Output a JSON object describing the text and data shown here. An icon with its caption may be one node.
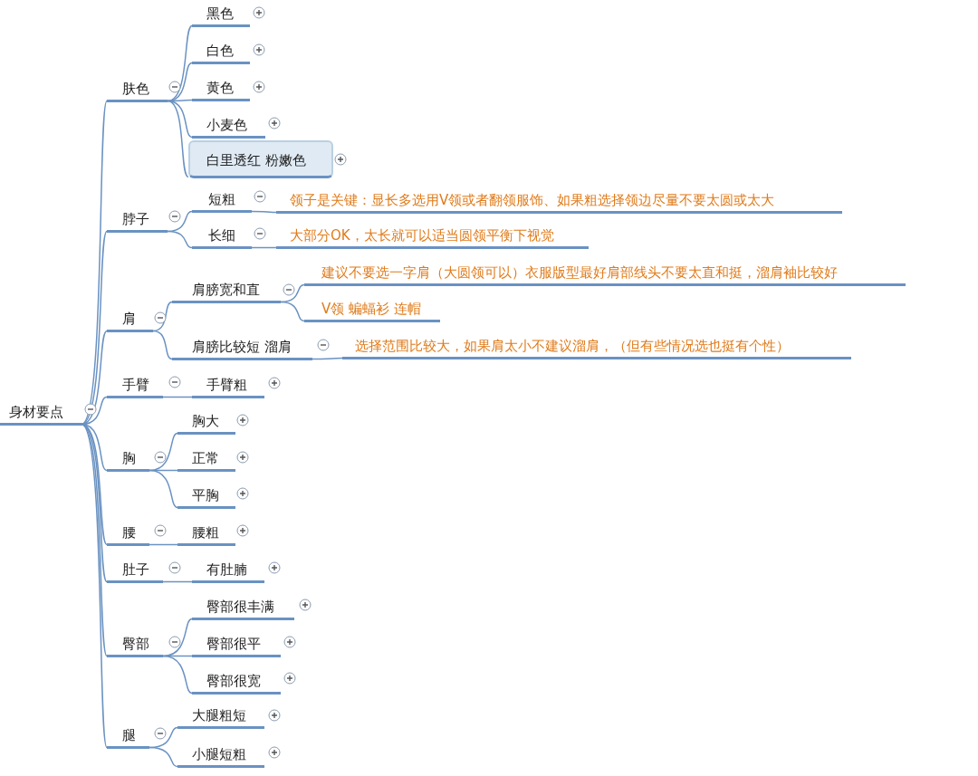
{
  "diagram": {
    "nodes": [
      {
        "text": [
          "身材要点"
        ]
      },
      {
        "text": [
          "肤色"
        ]
      },
      {
        "text": [
          "黑色"
        ]
      },
      {
        "text": [
          "白色"
        ]
      },
      {
        "text": [
          "黄色"
        ]
      },
      {
        "text": [
          "小麦色"
        ]
      },
      {
        "text": [
          "白里透红 粉嫩色"
        ]
      },
      {
        "text": [
          "脖子"
        ]
      },
      {
        "text": [
          "短粗"
        ]
      },
      {
        "text": [
          "领子是关键：显长多选用V领或者翻领服饰、如果粗选择领边尽量不要太圆或太大"
        ]
      },
      {
        "text": [
          "长细"
        ]
      },
      {
        "text": [
          "大部分OK，太长就可以适当圆领平衡下视觉"
        ]
      },
      {
        "text": [
          "肩"
        ]
      },
      {
        "text": [
          "肩膀宽和直"
        ]
      },
      {
        "text": [
          "建议不要选一字肩（大圆领可以）衣服版型最好肩部线头不要太直和挺，溜肩袖比较好"
        ]
      },
      {
        "text": [
          "V领 蝙蝠衫 连帽"
        ]
      },
      {
        "text": [
          "肩膀比较短 溜肩"
        ]
      },
      {
        "text": [
          "选择范围比较大，如果肩太小不建议溜肩，（但有些情况选也挺有个性）"
        ]
      },
      {
        "text": [
          "手臂"
        ]
      },
      {
        "text": [
          "手臂粗"
        ]
      },
      {
        "text": [
          "胸"
        ]
      },
      {
        "text": [
          "胸大"
        ]
      },
      {
        "text": [
          "正常"
        ]
      },
      {
        "text": [
          "平胸"
        ]
      },
      {
        "text": [
          "腰"
        ]
      },
      {
        "text": [
          "腰粗"
        ]
      },
      {
        "text": [
          "肚子"
        ]
      },
      {
        "text": [
          "有肚腩"
        ]
      },
      {
        "text": [
          "臀部"
        ]
      },
      {
        "text": [
          "臀部很丰满"
        ]
      },
      {
        "text": [
          "臀部很平"
        ]
      },
      {
        "text": [
          "臀部很宽"
        ]
      },
      {
        "text": [
          "腿"
        ]
      },
      {
        "text": [
          "大腿粗短"
        ]
      },
      {
        "text": [
          "小腿短粗"
        ]
      }
    ],
    "edges": [
      {
        "from": 0,
        "to": 1,
        "arrow": "none"
      },
      {
        "from": 1,
        "to": 2,
        "arrow": "none"
      },
      {
        "from": 1,
        "to": 3,
        "arrow": "none"
      },
      {
        "from": 1,
        "to": 4,
        "arrow": "none"
      },
      {
        "from": 1,
        "to": 5,
        "arrow": "none"
      },
      {
        "from": 1,
        "to": 6,
        "arrow": "none"
      },
      {
        "from": 0,
        "to": 7,
        "arrow": "none"
      },
      {
        "from": 7,
        "to": 8,
        "arrow": "none"
      },
      {
        "from": 8,
        "to": 9,
        "arrow": "none"
      },
      {
        "from": 7,
        "to": 10,
        "arrow": "none"
      },
      {
        "from": 10,
        "to": 11,
        "arrow": "none"
      },
      {
        "from": 0,
        "to": 12,
        "arrow": "none"
      },
      {
        "from": 12,
        "to": 13,
        "arrow": "none"
      },
      {
        "from": 13,
        "to": 14,
        "arrow": "none"
      },
      {
        "from": 13,
        "to": 15,
        "arrow": "none"
      },
      {
        "from": 12,
        "to": 16,
        "arrow": "none"
      },
      {
        "from": 16,
        "to": 17,
        "arrow": "none"
      },
      {
        "from": 0,
        "to": 18,
        "arrow": "none"
      },
      {
        "from": 18,
        "to": 19,
        "arrow": "none"
      },
      {
        "from": 0,
        "to": 20,
        "arrow": "none"
      },
      {
        "from": 20,
        "to": 21,
        "arrow": "none"
      },
      {
        "from": 20,
        "to": 22,
        "arrow": "none"
      },
      {
        "from": 20,
        "to": 23,
        "arrow": "none"
      },
      {
        "from": 0,
        "to": 24,
        "arrow": "none"
      },
      {
        "from": 24,
        "to": 25,
        "arrow": "none"
      },
      {
        "from": 0,
        "to": 26,
        "arrow": "none"
      },
      {
        "from": 26,
        "to": 27,
        "arrow": "none"
      },
      {
        "from": 0,
        "to": 28,
        "arrow": "none"
      },
      {
        "from": 28,
        "to": 29,
        "arrow": "none"
      },
      {
        "from": 28,
        "to": 30,
        "arrow": "none"
      },
      {
        "from": 28,
        "to": 31,
        "arrow": "none"
      },
      {
        "from": 0,
        "to": 32,
        "arrow": "none"
      },
      {
        "from": 32,
        "to": 33,
        "arrow": "none"
      },
      {
        "from": 32,
        "to": 34,
        "arrow": "none"
      }
    ]
  }
}
